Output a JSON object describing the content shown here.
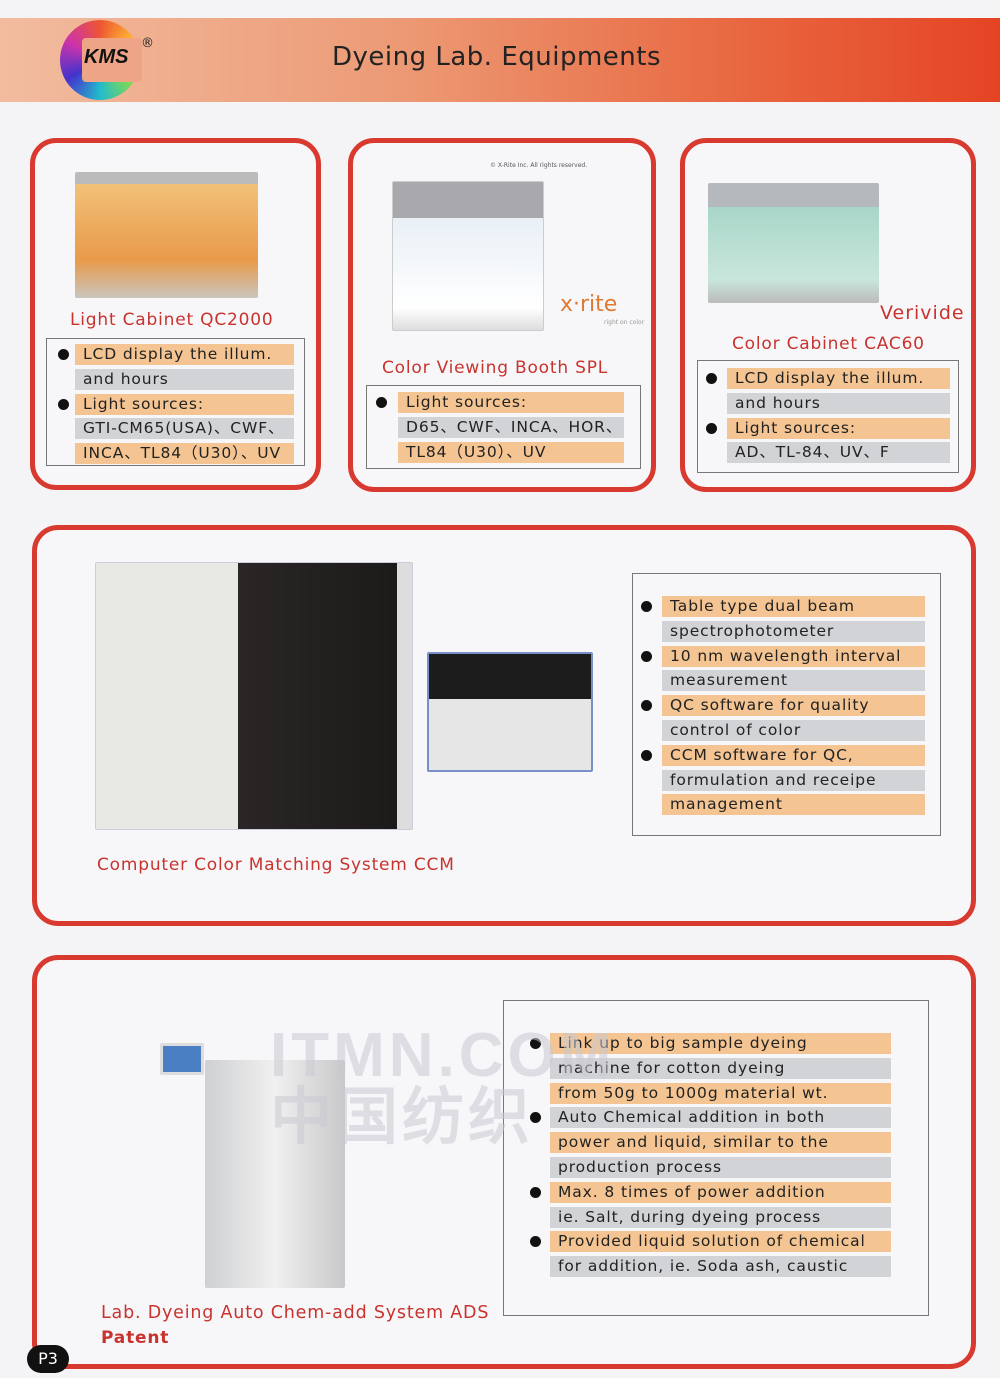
{
  "header": {
    "logo_text": "KMS",
    "registered": "®",
    "title": "Dyeing Lab. Equipments"
  },
  "cards": [
    {
      "title": "Light Cabinet QC2000",
      "items": [
        [
          "LCD display the illum.",
          "and hours"
        ],
        [
          "Light sources:",
          "GTI-CM65(USA)、CWF、",
          "INCA、TL84（U30）、UV"
        ]
      ]
    },
    {
      "title": "Color Viewing Booth SPL",
      "copyright": "© X-Rite Inc. All rights reserved.",
      "brand": "x·rite",
      "brand_tagline": "right on color",
      "items": [
        [
          "Light sources:",
          "D65、CWF、INCA、HOR、",
          "TL84（U30）、UV"
        ]
      ]
    },
    {
      "title": "Color Cabinet CAC60",
      "brand": "Verivide",
      "items": [
        [
          "LCD display the illum.",
          "and hours"
        ],
        [
          "Light sources:",
          "AD、TL-84、UV、F"
        ]
      ]
    },
    {
      "title": "Computer Color Matching System CCM",
      "items": [
        [
          "Table type dual beam",
          "spectrophotometer"
        ],
        [
          "10 nm wavelength interval",
          "measurement"
        ],
        [
          "QC software for quality",
          "control of color"
        ],
        [
          "CCM software for QC,",
          "formulation and receipe",
          "management"
        ]
      ]
    },
    {
      "title": "Lab. Dyeing Auto Chem-add System ADS",
      "badge": "Patent",
      "items": [
        [
          "Link up to big sample dyeing",
          "machine for cotton dyeing",
          "from 50g to 1000g material wt."
        ],
        [
          "Auto Chemical addition in both",
          "power and liquid, similar to the",
          "production process"
        ],
        [
          "Max. 8 times of power addition",
          "ie. Salt, during dyeing process"
        ],
        [
          "Provided liquid solution of chemical",
          "for addition, ie. Soda ash, caustic"
        ]
      ]
    }
  ],
  "watermark": [
    "ITMN.COM",
    "中国纺织"
  ],
  "page_number": "P3",
  "colors": {
    "accent": "#d83a30",
    "row_orange": "#f4c592",
    "row_gray": "#d2d3d6"
  }
}
